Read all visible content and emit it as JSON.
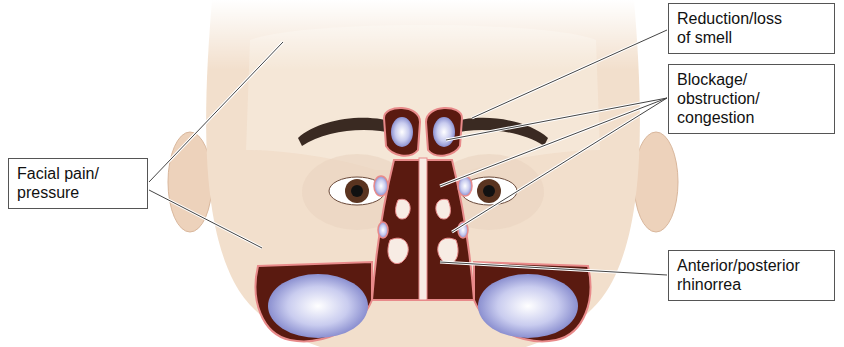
{
  "diagram": {
    "nodes": [
      {
        "text": [
          "Reduction/loss of smell"
        ]
      },
      {
        "text": [
          "Blockage/ obstruction/ congestion"
        ]
      },
      {
        "text": [
          "Facial pain/ pressure"
        ]
      },
      {
        "text": [
          "Anterior/posterior rhinorrea"
        ]
      }
    ]
  }
}
